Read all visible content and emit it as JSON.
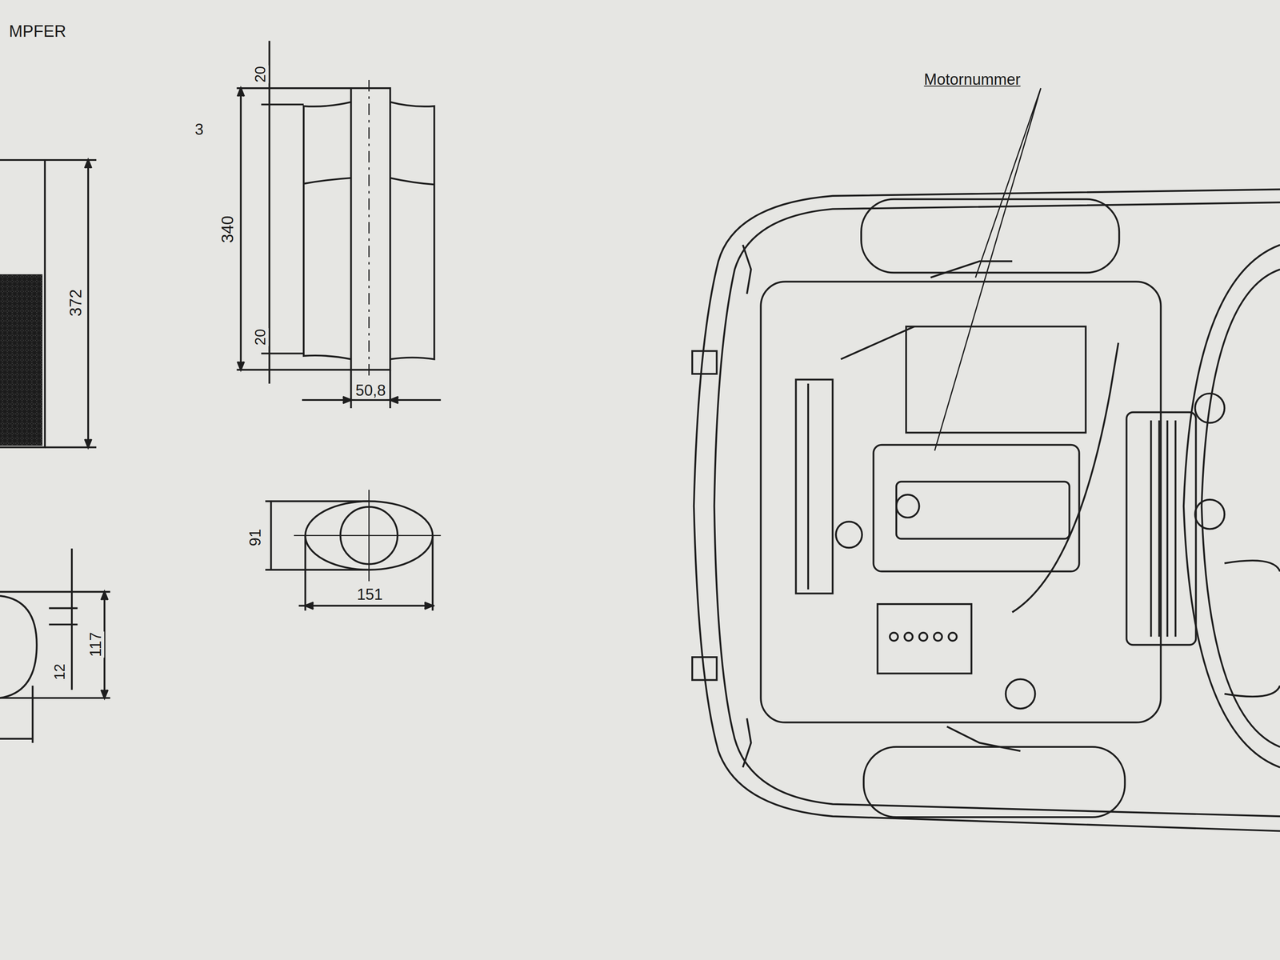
{
  "diagram": {
    "labels": [
      "MPFER",
      "3",
      "20",
      "340",
      "20",
      "50,8",
      "372",
      "91",
      "151",
      "12",
      "117",
      "Motornummer"
    ]
  }
}
